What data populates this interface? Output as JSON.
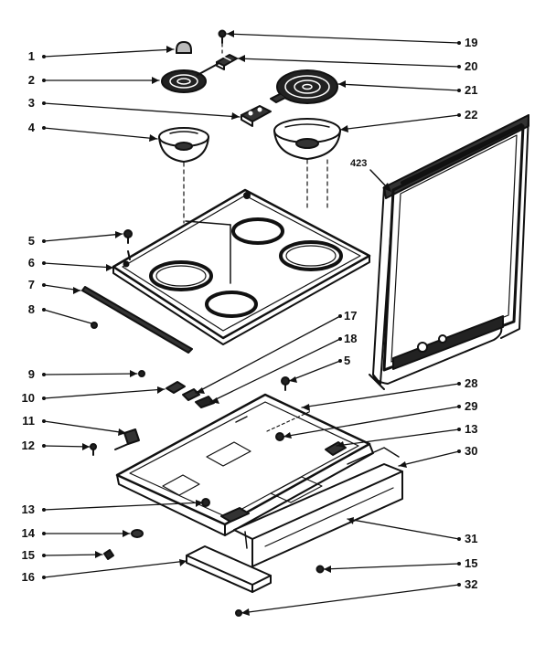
{
  "diagram": {
    "callouts": [
      {
        "id": "c1",
        "text": "1"
      },
      {
        "id": "c2",
        "text": "2"
      },
      {
        "id": "c3",
        "text": "3"
      },
      {
        "id": "c4",
        "text": "4"
      },
      {
        "id": "c5",
        "text": "5"
      },
      {
        "id": "c6",
        "text": "6"
      },
      {
        "id": "c7",
        "text": "7"
      },
      {
        "id": "c8",
        "text": "8"
      },
      {
        "id": "c9",
        "text": "9"
      },
      {
        "id": "c10",
        "text": "10"
      },
      {
        "id": "c11",
        "text": "11"
      },
      {
        "id": "c12",
        "text": "12"
      },
      {
        "id": "c13a",
        "text": "13"
      },
      {
        "id": "c14",
        "text": "14"
      },
      {
        "id": "c15a",
        "text": "15"
      },
      {
        "id": "c16",
        "text": "16"
      },
      {
        "id": "c17",
        "text": "17"
      },
      {
        "id": "c18",
        "text": "18"
      },
      {
        "id": "c5b",
        "text": "5"
      },
      {
        "id": "c19",
        "text": "19"
      },
      {
        "id": "c20",
        "text": "20"
      },
      {
        "id": "c21",
        "text": "21"
      },
      {
        "id": "c22",
        "text": "22"
      },
      {
        "id": "c423",
        "text": "423"
      },
      {
        "id": "c28",
        "text": "28"
      },
      {
        "id": "c29",
        "text": "29"
      },
      {
        "id": "c13b",
        "text": "13"
      },
      {
        "id": "c30",
        "text": "30"
      },
      {
        "id": "c31",
        "text": "31"
      },
      {
        "id": "c15b",
        "text": "15"
      },
      {
        "id": "c32",
        "text": "32"
      }
    ],
    "colors": {
      "ink": "#111111",
      "background": "#ffffff",
      "shade": "#333333"
    }
  }
}
